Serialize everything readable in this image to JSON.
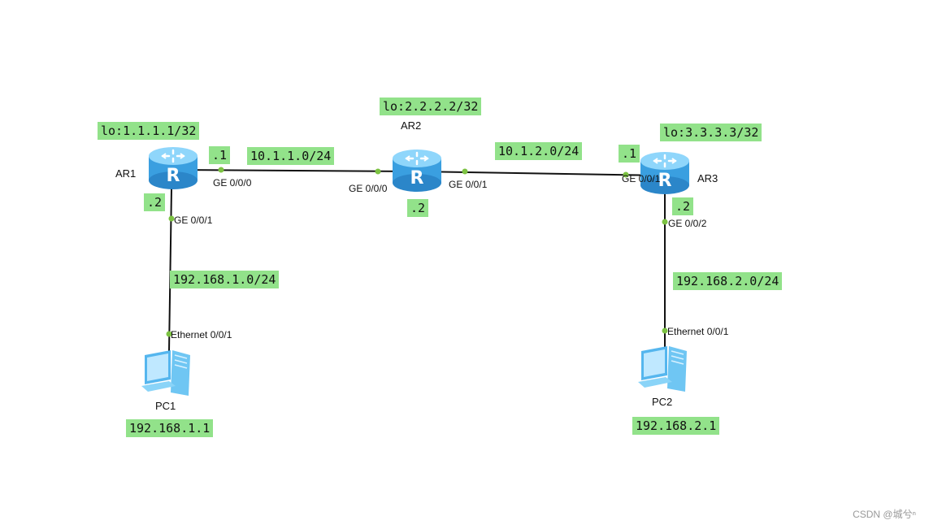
{
  "routers": {
    "ar1": {
      "name": "AR1",
      "loopback": "lo:1.1.1.1/32",
      "ge000_label": "GE 0/0/0",
      "ge001_label": "GE 0/0/1",
      "host_1": ".1",
      "host_2": ".2"
    },
    "ar2": {
      "name": "AR2",
      "loopback": "lo:2.2.2.2/32",
      "ge000_label": "GE 0/0/0",
      "ge001_label": "GE 0/0/1",
      "host_2": ".2"
    },
    "ar3": {
      "name": "AR3",
      "loopback": "lo:3.3.3.3/32",
      "ge001_label": "GE 0/0/1",
      "ge002_label": "GE 0/0/2",
      "host_1": ".1",
      "host_2": ".2"
    }
  },
  "pcs": {
    "pc1": {
      "name": "PC1",
      "ip": "192.168.1.1",
      "port_label": "Ethernet 0/0/1"
    },
    "pc2": {
      "name": "PC2",
      "ip": "192.168.2.1",
      "port_label": "Ethernet 0/0/1"
    }
  },
  "networks": {
    "ar1_ar2": "10.1.1.0/24",
    "ar2_ar3": "10.1.2.0/24",
    "ar1_pc1": "192.168.1.0/24",
    "ar3_pc2": "192.168.2.0/24"
  },
  "colors": {
    "label_bg": "#92e28a",
    "link": "#111111",
    "port_dot": "#7cc242",
    "router_body": "#4fb4ec"
  },
  "watermark": "CSDN @城兮ⁿ"
}
